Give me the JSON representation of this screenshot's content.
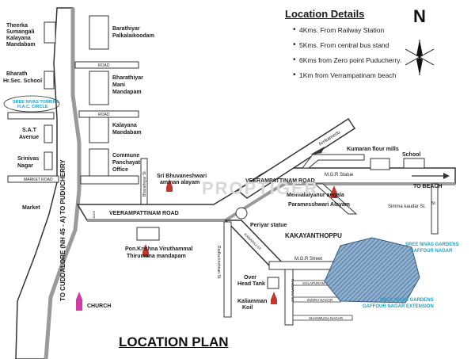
{
  "details": {
    "title": "Location Details",
    "items": [
      "4Kms. From Railway Station",
      "5Kms. From central bus stand",
      "6Kms from Zero point Puducherry.",
      "1Km from Verrampatinam beach"
    ]
  },
  "compass": {
    "label": "N"
  },
  "plan_title": "LOCATION PLAN",
  "watermark": "PROPTIGER",
  "roads": {
    "nh": "TO CUDDALORE  (NH 45 - A)  TO PUDUCHERRY",
    "road1": "ROAD",
    "road2": "ROAD",
    "market_road": "MARKET ROAD",
    "veerampattinam_road": "VEERAMPATTINAM ROAD",
    "veerampattinam_road2": "VEERAMPATTINAM ROAD",
    "to_beach": "TO BEACH",
    "arrikamedu": "Arrikamedu",
    "bharathiyar_st": "Bharathiyar St.",
    "radha_krishnan_st": "Radha krishnan St.",
    "kamaraj_st": "KAMARAJ ST.",
    "ramaraj_st": "RAMARAJ ST.",
    "mgr_street": "M.G.R Street",
    "solapuram": "SOLAPURAM",
    "indira_nagar": "INDIRA NAGAR",
    "shanmuga_nagar": "SHANMUGA NAGAR",
    "simma_kaudar_st": "Simma kaudar St.",
    "mgr_statue": "M.G.R Statue",
    "beach_st": "St.",
    "jack": "JACK"
  },
  "places": {
    "theerka": [
      "Theerka",
      "Sumangali",
      "Kalayana",
      "Mandabam"
    ],
    "barathiyar_palkalai": [
      "Barathiyar",
      "Palkalaikoodam"
    ],
    "bharath_school": [
      "Bharath",
      "Hr.Sec. School"
    ],
    "bharathiyar_mani": [
      "Bharathiyar",
      "Mani",
      "Mandapam"
    ],
    "sree_nivas_towers": [
      "SREE NIVAS TOWERS",
      "H.A.C. CIRCLE"
    ],
    "sat_avenue": [
      "S.A.T",
      "Avenue"
    ],
    "kalayana_mandabam": [
      "Kalayana",
      "Mandabam"
    ],
    "srinivas_nagar": [
      "Srinivas",
      "Nagar"
    ],
    "commune_office": [
      "Commune",
      "Panchayat",
      "Office"
    ],
    "market": "Market",
    "sri_bhuvaneshwari": [
      "Sri Bhuvaneshwari",
      "amman alayam"
    ],
    "pon_krishna": [
      "Pon.Krishna Viruthammal",
      "Thirumana mandapam"
    ],
    "church": "CHURCH",
    "kumaran_flour": "Kumaran flour mills",
    "school": "School",
    "melmalaiyanur": "Melmalaiyanur angala",
    "paramesshwari": "Paramesshwari Alayam",
    "periyar_statue": "Periyar statue",
    "kakayanthoppu": "KAKAYANTHOPPU",
    "sree_nivas_gardens": [
      "SREE NIVAS GARDENS",
      "GAFFOUR NAGAR"
    ],
    "sree_nivas_ext": [
      "SREE NIVAS GARDENS",
      "GAFFOUR NAGAR EXTENSION"
    ],
    "over_head_tank": [
      "Over",
      "Head Tank"
    ],
    "kaliamman_koil": [
      "Kaliamman",
      "Koil"
    ]
  },
  "colors": {
    "road_fill": "#ffffff",
    "road_stroke": "#333333",
    "road_shade": "#9a9a9a",
    "accent_cyan": "#1aa3c8",
    "project_fill": "#6f93b5",
    "church": "#d23aa6",
    "temple": "#c0392b"
  }
}
